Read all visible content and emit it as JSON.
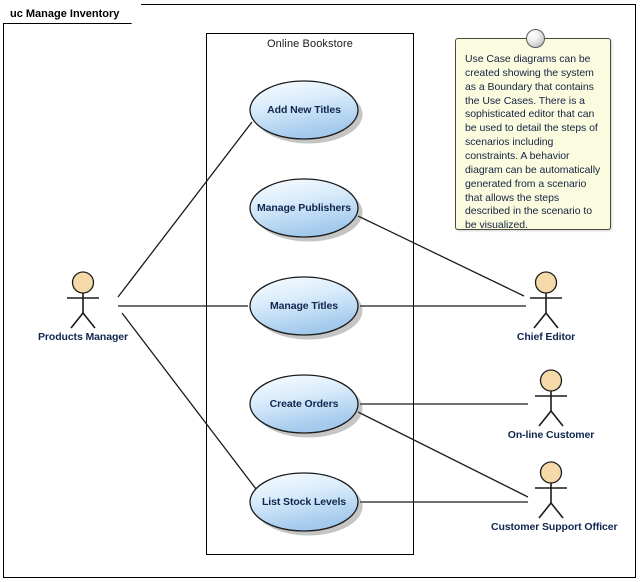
{
  "diagram": {
    "frame_tab_label": "uc Manage Inventory",
    "boundary_label": "Online Bookstore",
    "type": "uml-use-case-diagram"
  },
  "use_cases": [
    {
      "id": "add-new-titles",
      "label": "Add New Titles"
    },
    {
      "id": "manage-publishers",
      "label": "Manage Publishers"
    },
    {
      "id": "manage-titles",
      "label": "Manage Titles"
    },
    {
      "id": "create-orders",
      "label": "Create Orders"
    },
    {
      "id": "list-stock-levels",
      "label": "List Stock Levels"
    }
  ],
  "actors": [
    {
      "id": "products-manager",
      "label": "Products Manager"
    },
    {
      "id": "chief-editor",
      "label": "Chief Editor"
    },
    {
      "id": "on-line-customer",
      "label": "On-line Customer"
    },
    {
      "id": "customer-support-officer",
      "label": "Customer Support Officer"
    }
  ],
  "associations": [
    {
      "from": "products-manager",
      "to": "add-new-titles"
    },
    {
      "from": "products-manager",
      "to": "manage-titles"
    },
    {
      "from": "products-manager",
      "to": "list-stock-levels"
    },
    {
      "from": "chief-editor",
      "to": "manage-publishers"
    },
    {
      "from": "chief-editor",
      "to": "manage-titles"
    },
    {
      "from": "on-line-customer",
      "to": "create-orders"
    },
    {
      "from": "customer-support-officer",
      "to": "create-orders"
    },
    {
      "from": "customer-support-officer",
      "to": "list-stock-levels"
    }
  ],
  "note": {
    "text": "Use Case diagrams can be created showing the system as a Boundary that contains the Use Cases. There is a sophisticated editor that can be used to detail the steps of scenarios including constraints. A behavior diagram can be automatically generated from a scenario that allows the steps described in the scenario to be visualized."
  },
  "colors": {
    "usecase_fill_top": "#f3f9fe",
    "usecase_fill_bottom": "#a8cced",
    "usecase_stroke": "#1b1b1b",
    "actor_head_fill": "#f6d9a8",
    "actor_stroke": "#1b1b1b",
    "note_fill": "#fbfbe0",
    "note_stroke": "#4a4a3a",
    "line": "#1b1b1b",
    "text": "#11264f"
  }
}
